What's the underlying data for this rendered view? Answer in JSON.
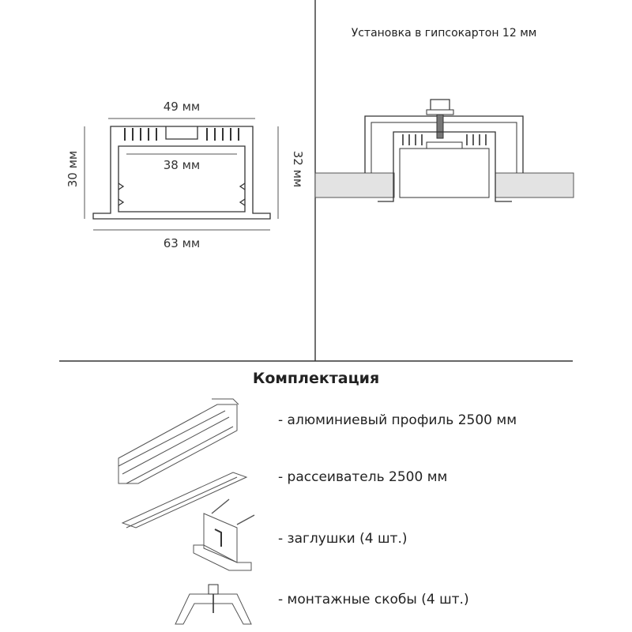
{
  "profile": {
    "top_width": "49 мм",
    "inner_width": "38 мм",
    "bottom_width": "63 мм",
    "left_height": "30 мм",
    "right_height": "32 мм"
  },
  "installation": {
    "title": "Установка в гипсокартон 12 мм"
  },
  "kit": {
    "heading": "Комплектация",
    "items": [
      "- алюминиевый профиль 2500 мм",
      "- рассеиватель 2500 мм",
      "- заглушки (4 шт.)",
      "- монтажные скобы (4 шт.)"
    ]
  },
  "colors": {
    "line": "#333333",
    "gypsum": "#e3e3e3",
    "fin": "#444444"
  }
}
